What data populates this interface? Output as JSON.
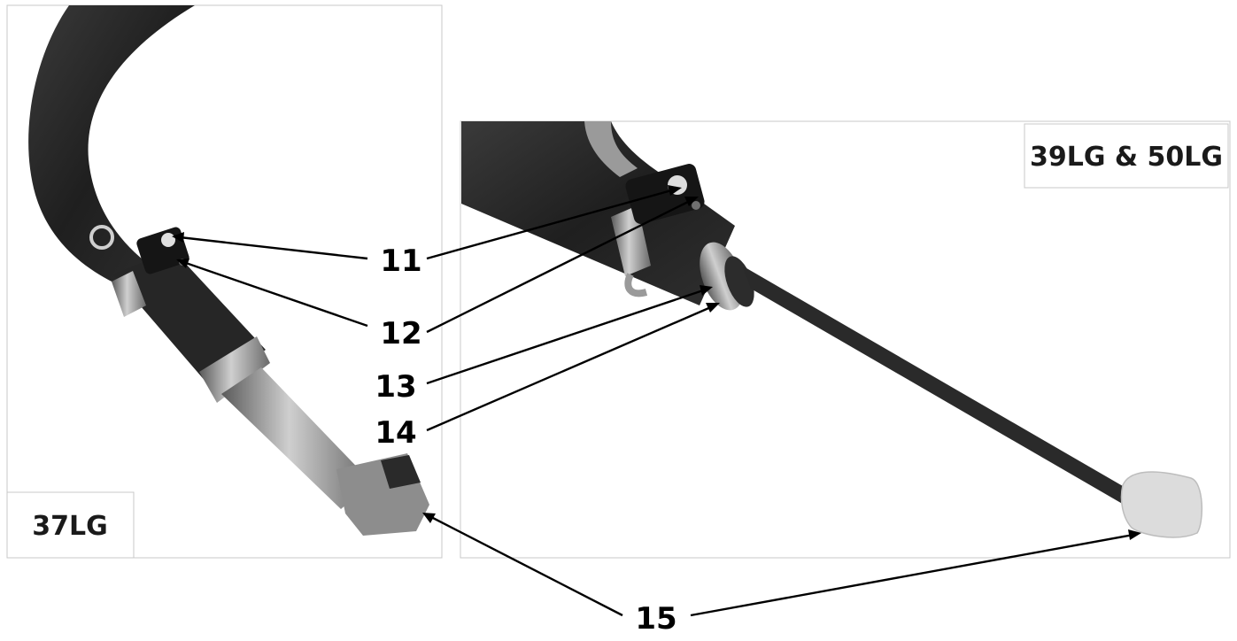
{
  "panels": {
    "left": {
      "model_label": "37LG"
    },
    "right": {
      "model_label": "39LG & 50LG"
    }
  },
  "callouts": [
    "11",
    "12",
    "13",
    "14",
    "15"
  ],
  "colors": {
    "line": "#000000",
    "frame": "#c8c8c8",
    "hose": "#2b2b2b",
    "metal": "#9a9a9a",
    "tip_cap": "#d9d9d9"
  }
}
